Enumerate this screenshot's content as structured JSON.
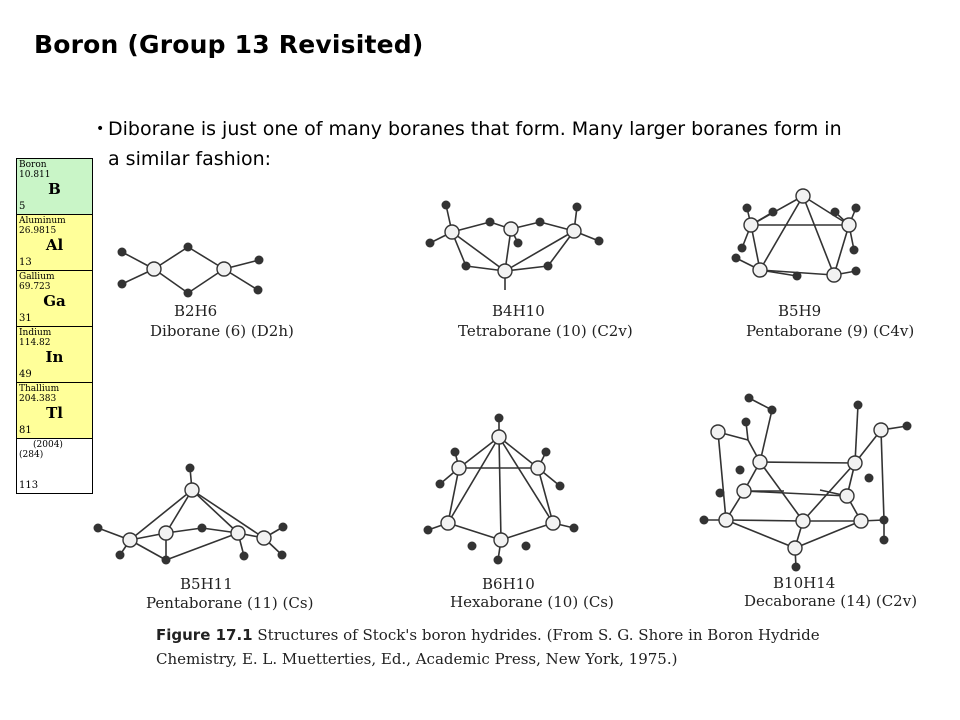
{
  "title": "Boron (Group 13 Revisited)",
  "bullet": "Diborane is just one of many boranes that form.  Many larger boranes form in a similar fashion:",
  "periodic_table": [
    {
      "name": "Boron",
      "weight": "10.811",
      "symbol": "B",
      "number": "5"
    },
    {
      "name": "Aluminum",
      "weight": "26.9815",
      "symbol": "Al",
      "number": "13"
    },
    {
      "name": "Gallium",
      "weight": "69.723",
      "symbol": "Ga",
      "number": "31"
    },
    {
      "name": "Indium",
      "weight": "114.82",
      "symbol": "In",
      "number": "49"
    },
    {
      "name": "Thallium",
      "weight": "204.383",
      "symbol": "Tl",
      "number": "81"
    },
    {
      "name": "(2004)",
      "weight": "(284)",
      "symbol": "",
      "number": "113"
    }
  ],
  "structures": [
    {
      "formula": "B2H6",
      "name": "Diborane (6) (D2h)"
    },
    {
      "formula": "B4H10",
      "name": "Tetraborane (10) (C2v)"
    },
    {
      "formula": "B5H9",
      "name": "Pentaborane (9) (C4v)"
    },
    {
      "formula": "B5H11",
      "name": "Pentaborane (11) (Cs)"
    },
    {
      "formula": "B6H10",
      "name": "Hexaborane (10) (Cs)"
    },
    {
      "formula": "B10H14",
      "name": "Decaborane (14) (C2v)"
    }
  ],
  "figure_caption": {
    "label": "Figure 17.1",
    "line1": "Structures of Stock's boron hydrides. (From S. G. Shore in Boron Hydride",
    "line2": "Chemistry, E. L. Muetterties, Ed., Academic Press, New York, 1975.)"
  }
}
